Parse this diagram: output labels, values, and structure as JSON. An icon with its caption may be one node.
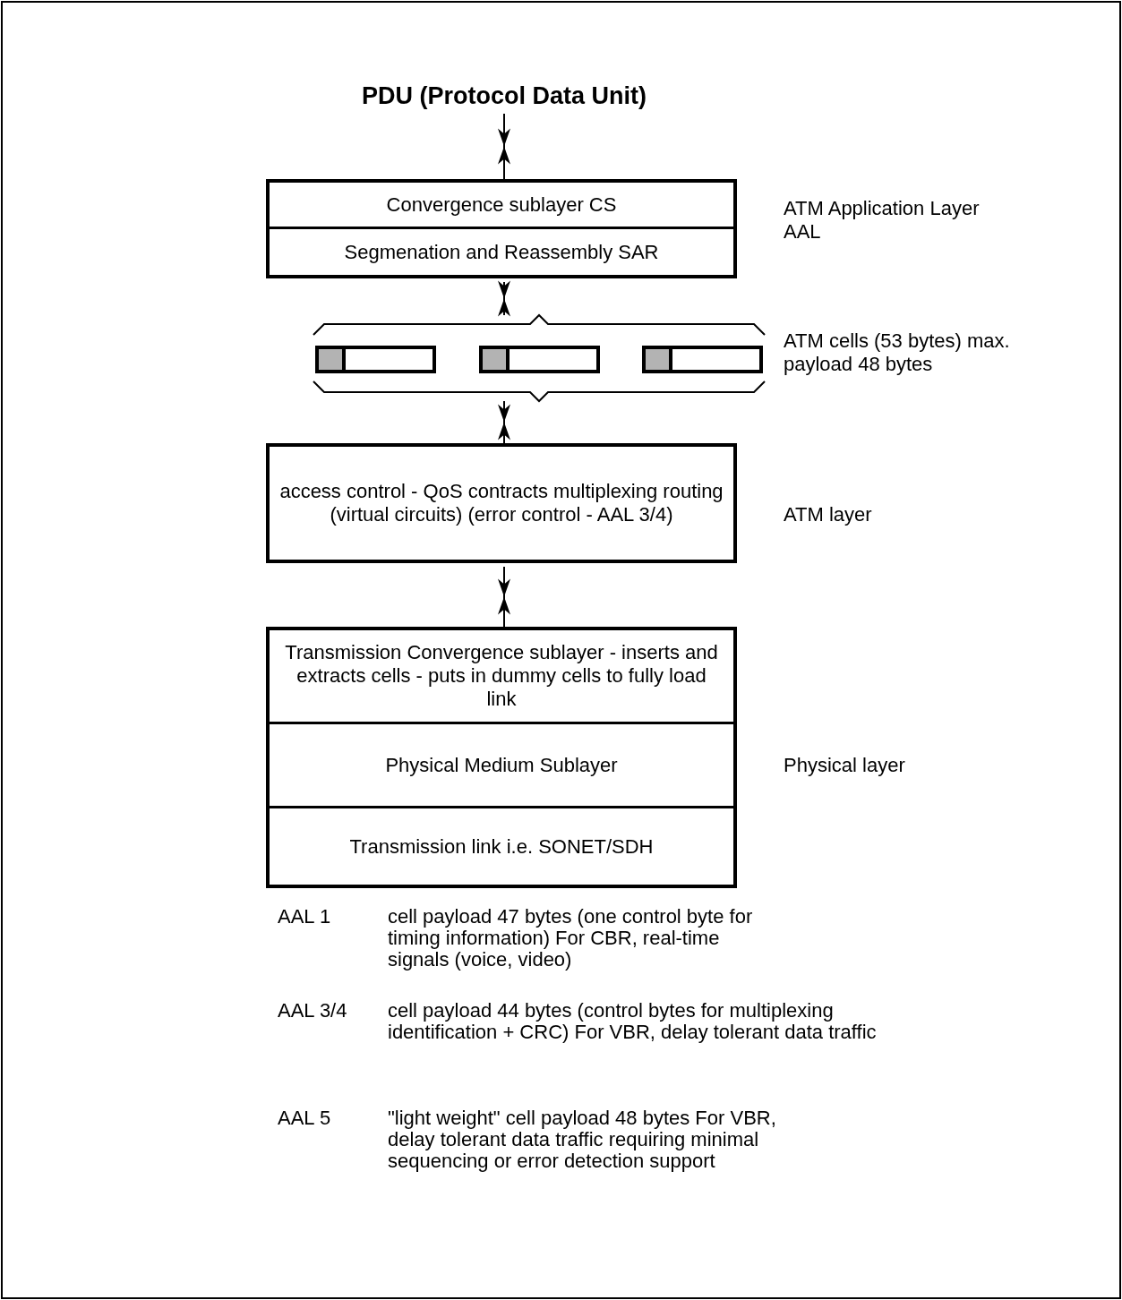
{
  "diagram": {
    "nodes": [
      {
        "text": [
          "PDU (Protocol Data Unit)"
        ]
      },
      {
        "text": [],
        "shape": "box",
        "beside": [
          "ATM Application Layer AAL"
        ]
      },
      {
        "text": [
          "Convergence sublayer CS"
        ],
        "in": 1
      },
      {
        "text": [
          "Segmenation and Reassembly SAR"
        ],
        "in": 1
      },
      {
        "text": [],
        "shape": "brace",
        "beside": [
          "ATM cells (53 bytes) max. payload 48 bytes"
        ]
      },
      {
        "text": [],
        "shape": "bar",
        "in": 4
      },
      {
        "text": [],
        "shape": "bar",
        "in": 4
      },
      {
        "text": [],
        "shape": "bar",
        "in": 4
      },
      {
        "text": [
          "access control - QoS contracts multiplexing routing (virtual circuits) (error control - AAL 3/4)"
        ],
        "beside": [
          "ATM layer"
        ]
      },
      {
        "text": [],
        "shape": "box",
        "beside": [
          "Physical layer"
        ]
      },
      {
        "text": [
          "Transmission Convergence sublayer - inserts and extracts cells - puts in dummy cells to fully load link"
        ],
        "in": 9
      },
      {
        "text": [
          "Physical Medium Sublayer"
        ],
        "in": 9
      },
      {
        "text": [
          "Transmission link i.e. SONET/SDH"
        ],
        "in": 9
      }
    ],
    "edges": [
      {
        "from": 0,
        "to": 1,
        "arrow": "both"
      },
      {
        "from": 1,
        "to": 4,
        "arrow": "both"
      },
      {
        "from": 4,
        "to": 8,
        "arrow": "both"
      },
      {
        "from": 8,
        "to": 9,
        "arrow": "both"
      }
    ],
    "labels": [
      "AAL 1",
      "cell payload 47 bytes (one control byte for timing information) For CBR, real-time signals (voice, video)",
      "AAL 3/4",
      "cell payload 44 bytes (control bytes for multiplexing identification + CRC) For VBR, delay tolerant data traffic",
      "AAL 5",
      "\"light weight\" cell payload 48 bytes For VBR, delay tolerant data traffic requiring minimal sequencing or error detection support"
    ]
  }
}
